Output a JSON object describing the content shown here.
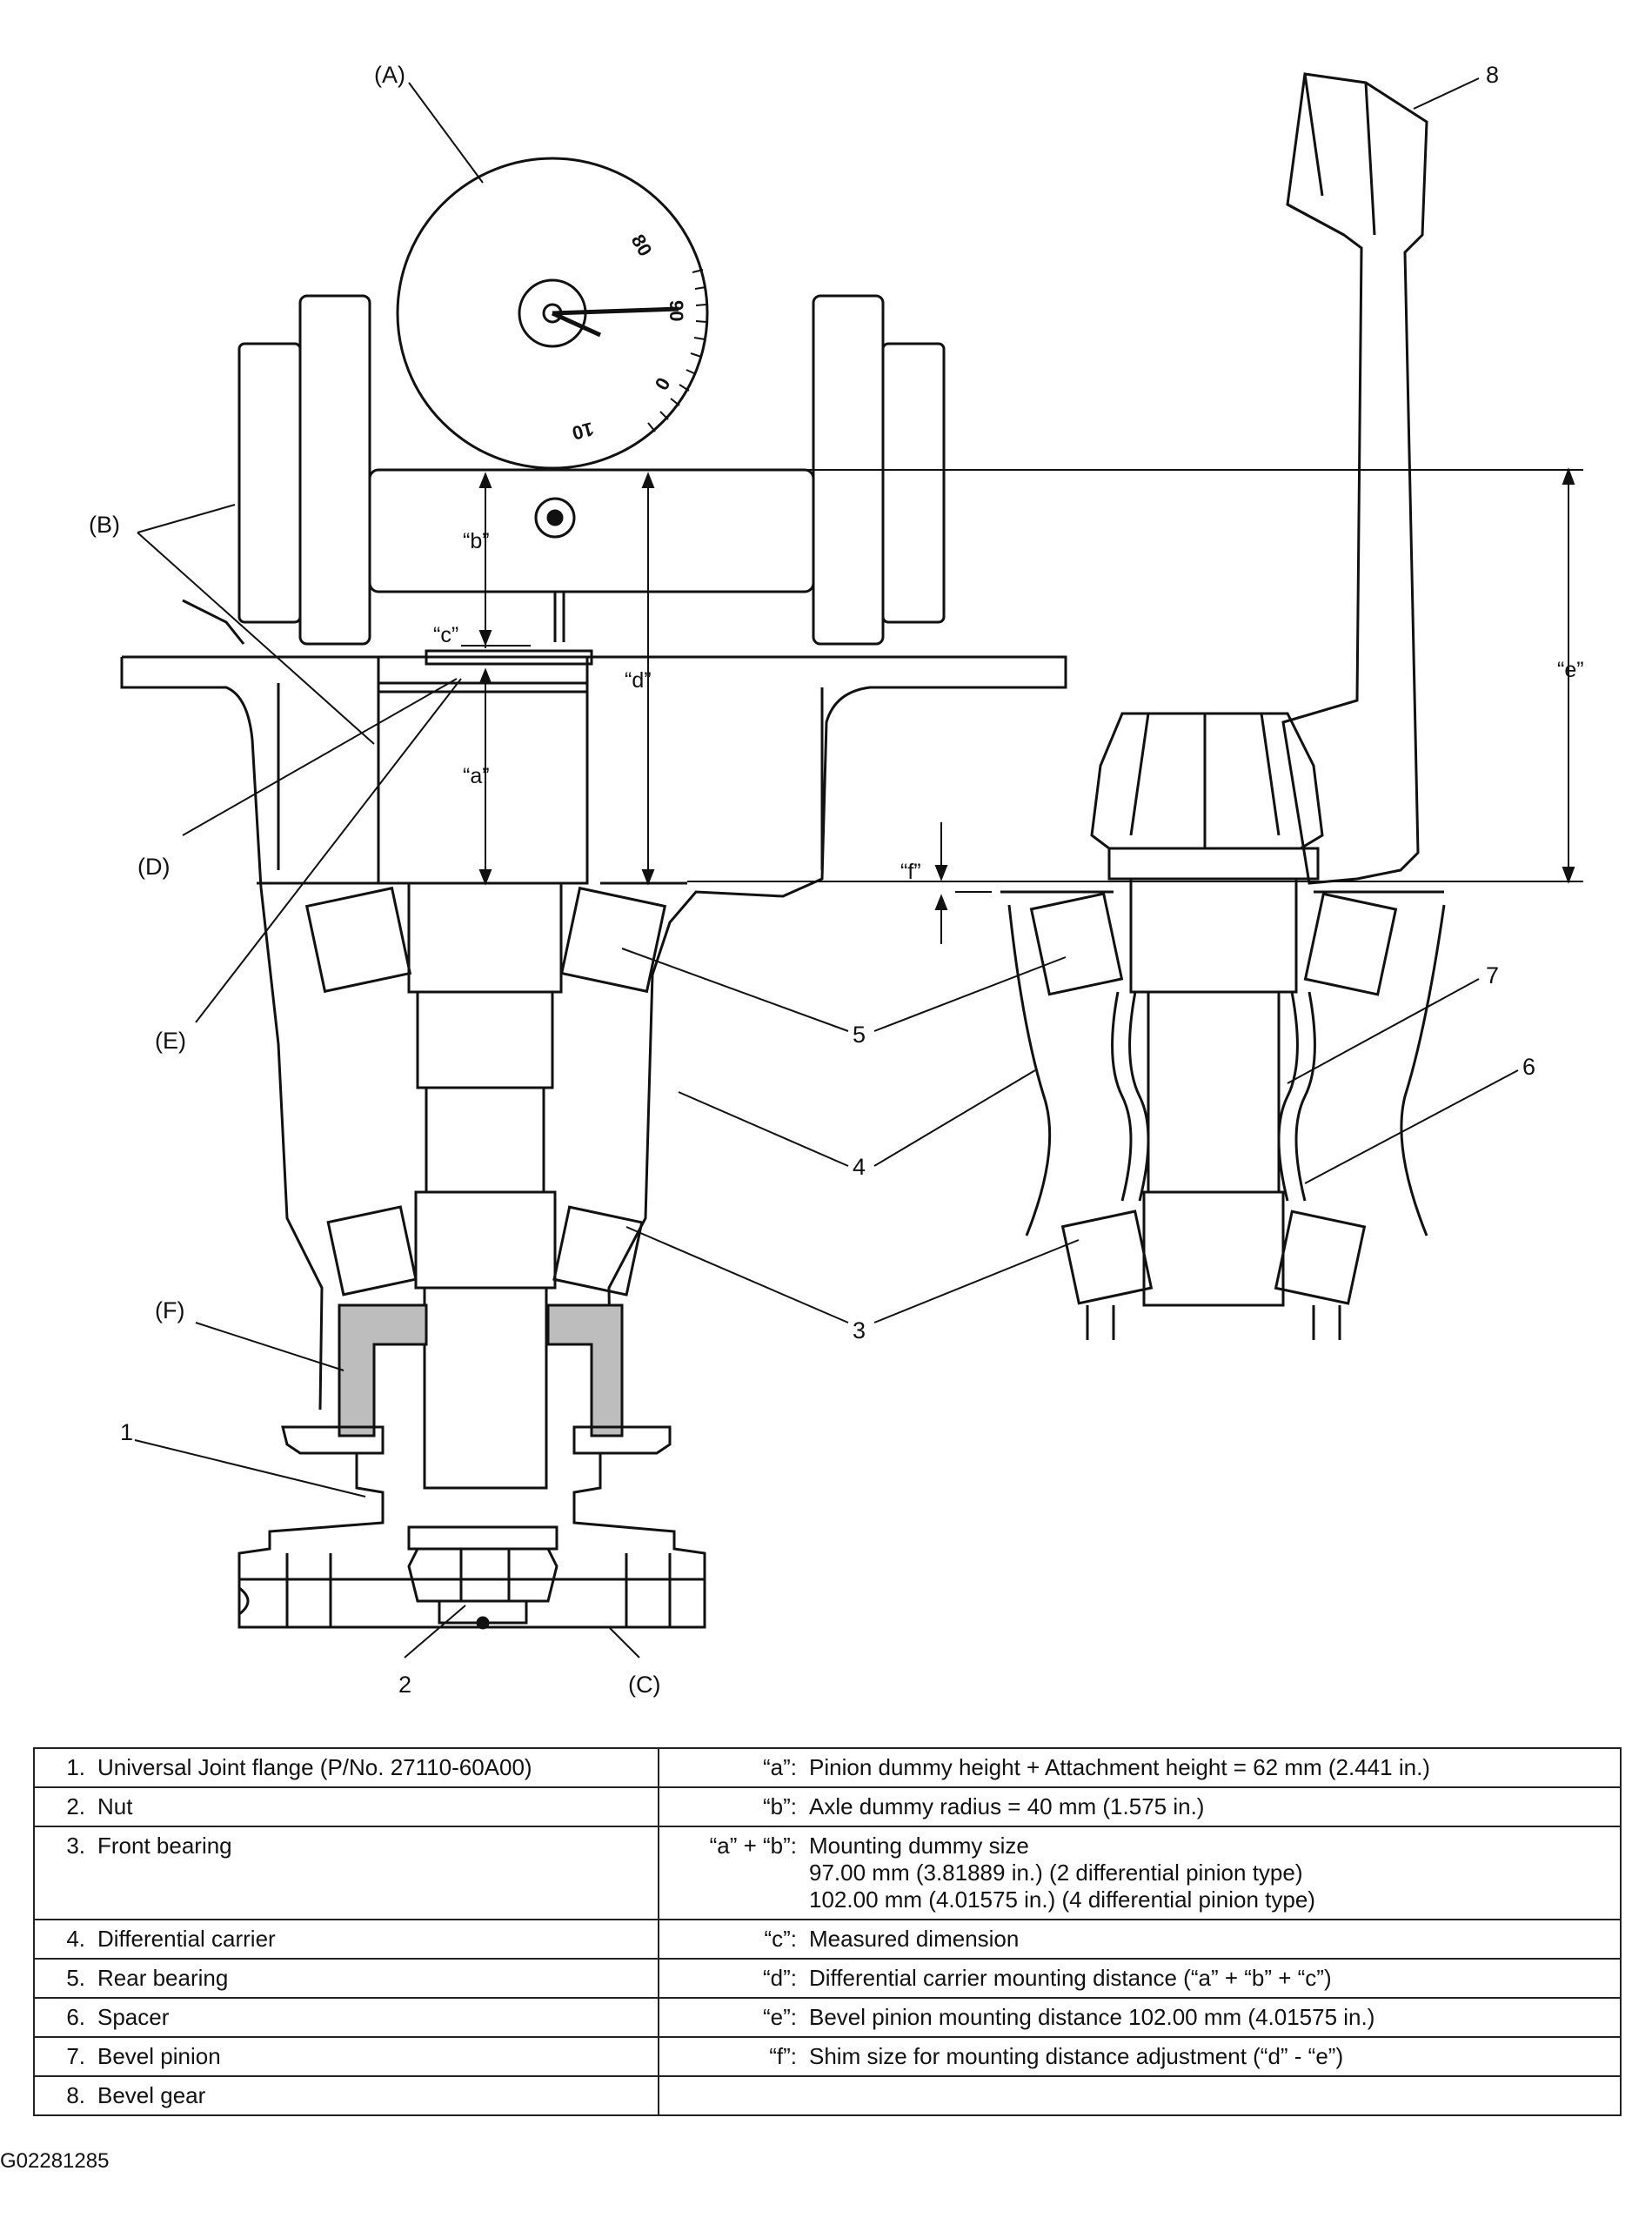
{
  "callouts": {
    "A": "(A)",
    "B": "(B)",
    "C": "(C)",
    "D": "(D)",
    "E": "(E)",
    "F": "(F)",
    "n1": "1",
    "n2": "2",
    "n3": "3",
    "n4": "4",
    "n5": "5",
    "n6": "6",
    "n7": "7",
    "n8": "8"
  },
  "dimensions": {
    "a": "“a”",
    "b": "“b”",
    "c": "“c”",
    "d": "“d”",
    "e": "“e”",
    "f": "“f”"
  },
  "dial": {
    "t80": "80",
    "t90": "90",
    "t0": "0",
    "t10": "10"
  },
  "parts": [
    {
      "num": "1.",
      "name": "Universal Joint flange (P/No. 27110-60A00)"
    },
    {
      "num": "2.",
      "name": "Nut"
    },
    {
      "num": "3.",
      "name": "Front bearing"
    },
    {
      "num": "4.",
      "name": "Differential carrier"
    },
    {
      "num": "5.",
      "name": "Rear bearing"
    },
    {
      "num": "6.",
      "name": "Spacer"
    },
    {
      "num": "7.",
      "name": "Bevel pinion"
    },
    {
      "num": "8.",
      "name": "Bevel gear"
    }
  ],
  "specs": [
    {
      "key": "“a”:",
      "desc": "Pinion dummy height + Attachment height = 62 mm (2.441 in.)"
    },
    {
      "key": "“b”:",
      "desc": "Axle dummy radius = 40 mm (1.575 in.)"
    },
    {
      "key": "“a” + “b”:",
      "desc": "Mounting dummy size",
      "line2": "97.00 mm (3.81889 in.) (2 differential pinion type)",
      "line3": "102.00 mm (4.01575 in.) (4 differential pinion type)"
    },
    {
      "key": "“c”:",
      "desc": "Measured dimension"
    },
    {
      "key": "“d”:",
      "desc": "Differential carrier mounting distance (“a” + “b” + “c”)"
    },
    {
      "key": "“e”:",
      "desc": "Bevel pinion mounting distance 102.00 mm (4.01575 in.)"
    },
    {
      "key": "“f”:",
      "desc": "Shim size for mounting distance adjustment (“d” - “e”)"
    },
    {
      "key": "",
      "desc": ""
    }
  ],
  "figure_code": "G02281285"
}
